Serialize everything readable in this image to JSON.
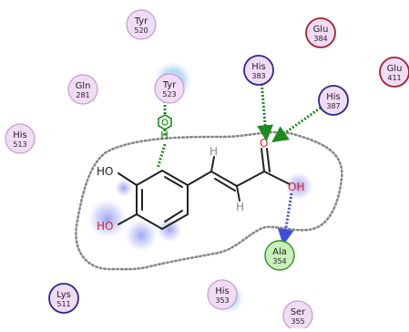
{
  "residues": [
    {
      "id": "tyr520",
      "name": "Tyr",
      "number": "520",
      "kind": "polar"
    },
    {
      "id": "glu384",
      "name": "Glu",
      "number": "384",
      "kind": "acidic"
    },
    {
      "id": "glu411",
      "name": "Glu",
      "number": "411",
      "kind": "acidic"
    },
    {
      "id": "gln281",
      "name": "Gln",
      "number": "281",
      "kind": "polar"
    },
    {
      "id": "tyr523",
      "name": "Tyr",
      "number": "523",
      "kind": "polar"
    },
    {
      "id": "his383",
      "name": "His",
      "number": "383",
      "kind": "basic"
    },
    {
      "id": "his387",
      "name": "His",
      "number": "387",
      "kind": "basic"
    },
    {
      "id": "his513",
      "name": "His",
      "number": "513",
      "kind": "polar"
    },
    {
      "id": "ala354",
      "name": "Ala",
      "number": "354",
      "kind": "hydrophobic"
    },
    {
      "id": "lys511",
      "name": "Lys",
      "number": "511",
      "kind": "basic"
    },
    {
      "id": "his353",
      "name": "His",
      "number": "353",
      "kind": "polar"
    },
    {
      "id": "ser355",
      "name": "Ser",
      "number": "355",
      "kind": "polar"
    }
  ],
  "atoms": {
    "ho_top": "HO",
    "ho_bottom": "HO",
    "h_upper": "H",
    "h_lower": "H",
    "h_ring": "H",
    "carbonyl_o": "O",
    "acid_oh": "OH"
  },
  "colors": {
    "polar_fill": "#f1dcf5",
    "polar_stroke": "#c49ccc",
    "basic_stroke": "#2a2a8c",
    "acidic_stroke": "#a3232f",
    "hydrophobic_fill": "#c8f0b8",
    "hydrophobic_stroke": "#2f8a2a",
    "hbond_sidechain": "#1f8a1f",
    "hbond_backbone": "#3d4fd6",
    "oxygen": "#e0202a",
    "pocket": "#888888"
  }
}
